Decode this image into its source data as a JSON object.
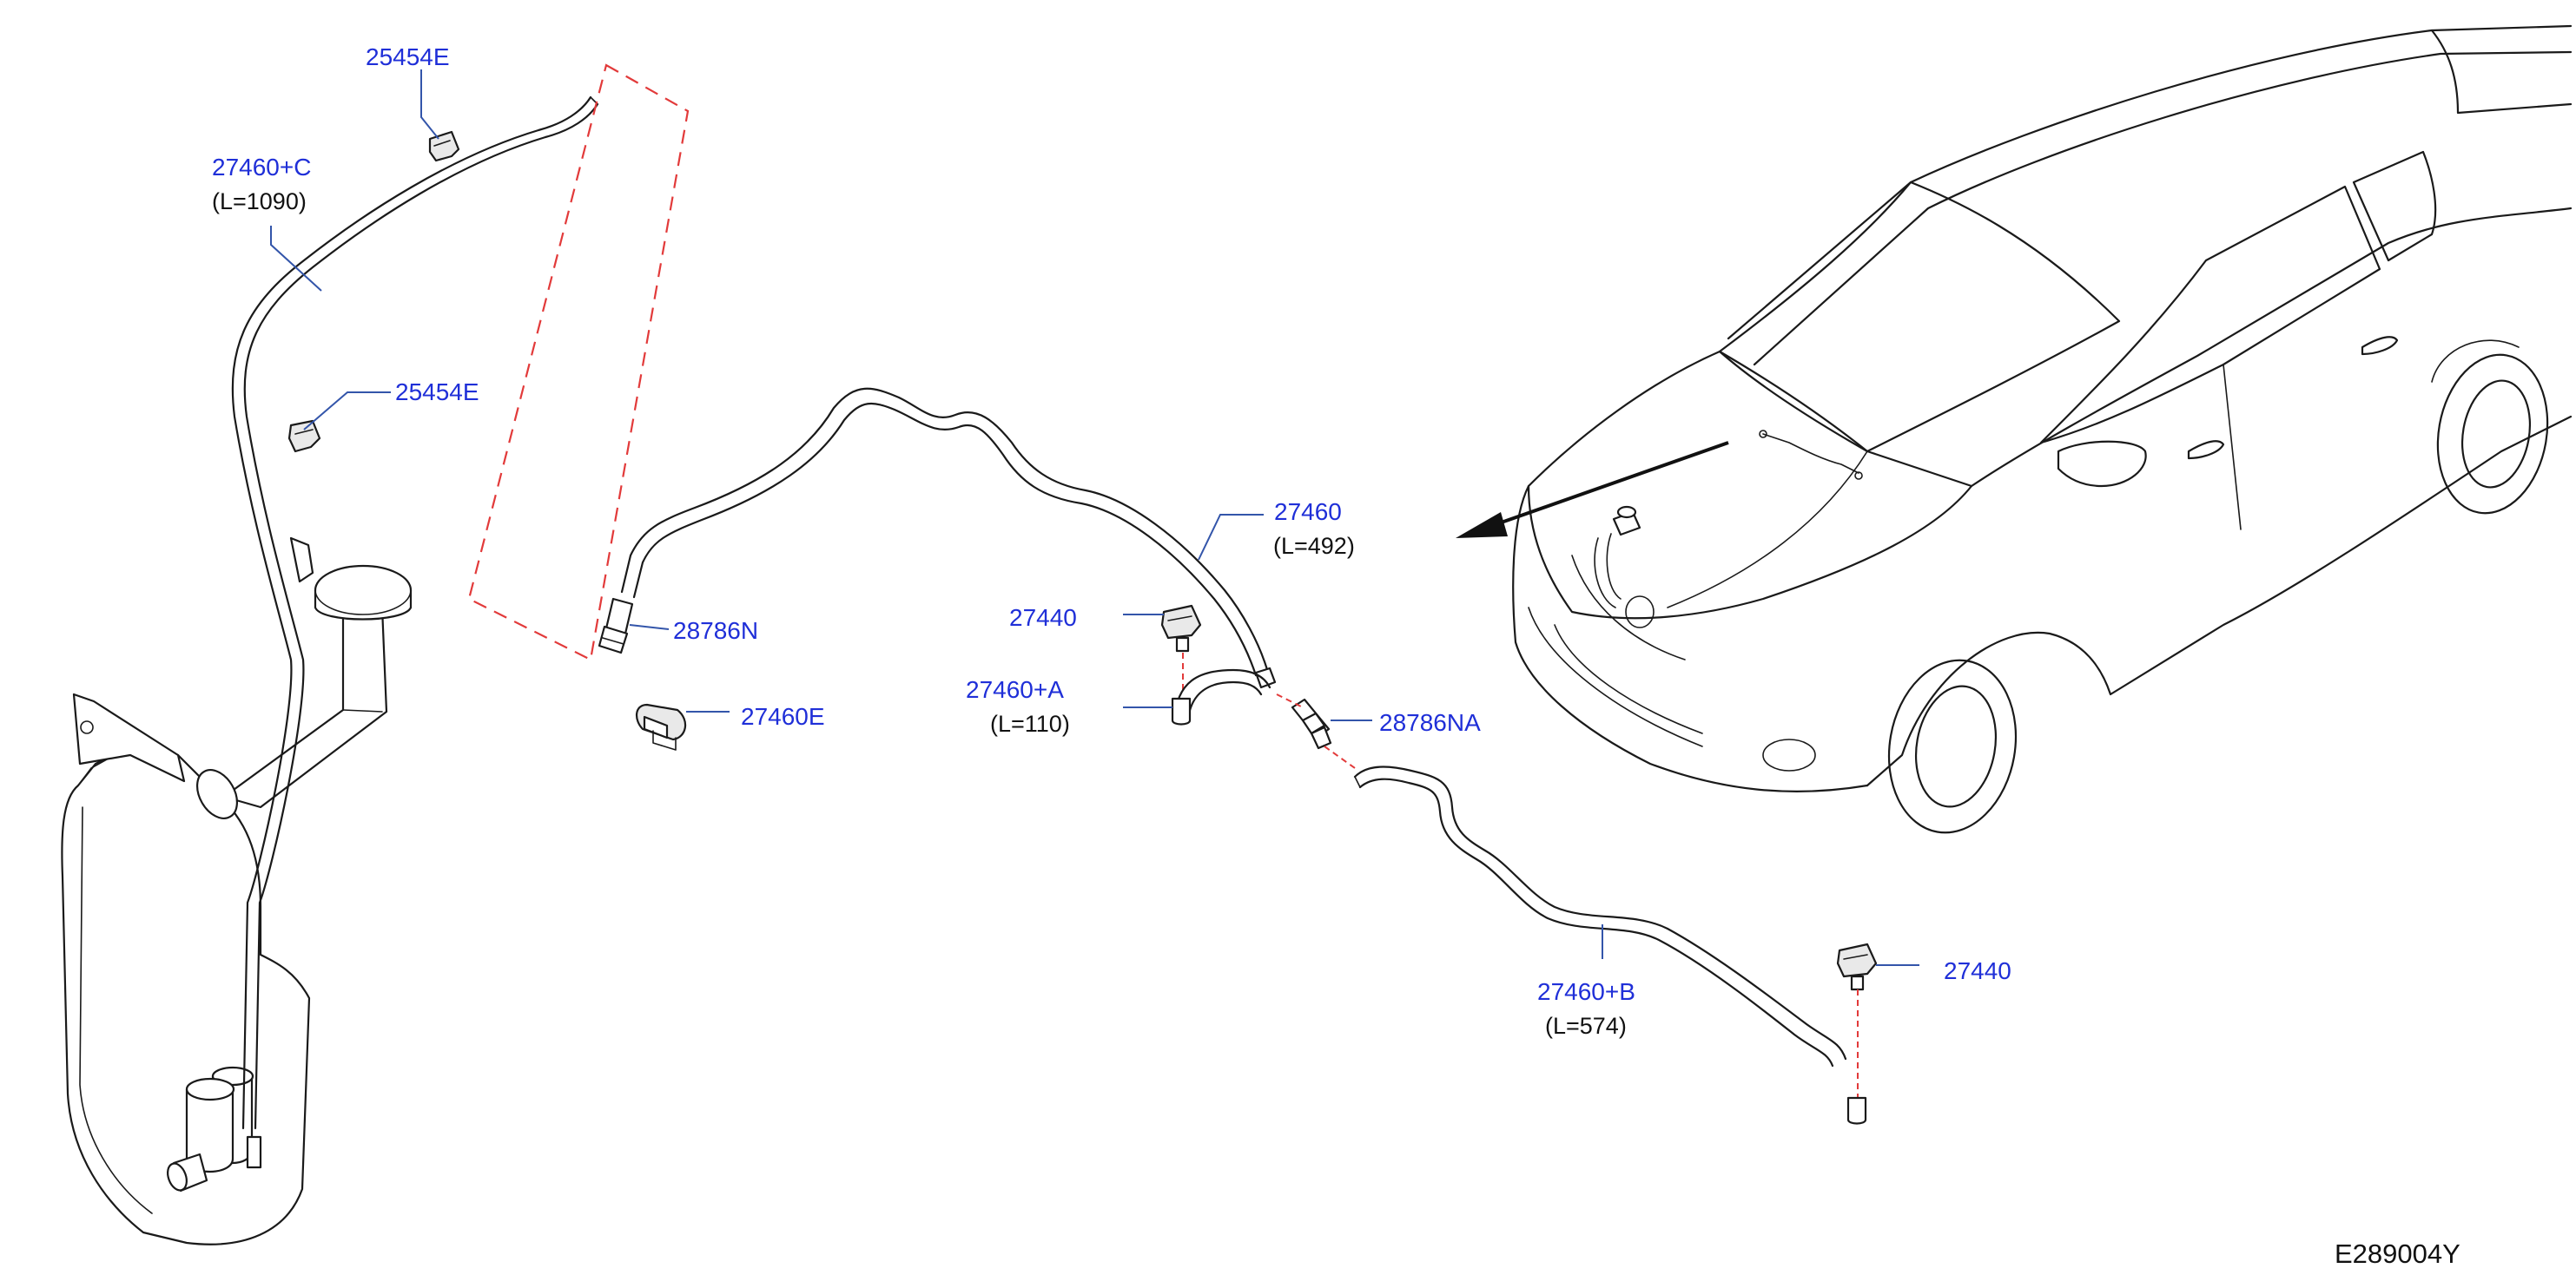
{
  "callouts": {
    "clip_upper": {
      "part": "25454E"
    },
    "hose_c": {
      "part": "27460+C",
      "length": "(L=1090)"
    },
    "clip_lower": {
      "part": "25454E"
    },
    "hose_main": {
      "part": "27460",
      "length": "(L=492)"
    },
    "connector_n": {
      "part": "28786N"
    },
    "clamp_e": {
      "part": "27460E"
    },
    "nozzle_left": {
      "part": "27440"
    },
    "hose_a": {
      "part": "27460+A",
      "length": "(L=110)"
    },
    "connector_na": {
      "part": "28786NA"
    },
    "hose_b": {
      "part": "27460+B",
      "length": "(L=574)"
    },
    "nozzle_right": {
      "part": "27440"
    }
  },
  "diagram_code": "E289004Y",
  "colors": {
    "part_number": "#1f2fd8",
    "leader_line": "#3355aa",
    "dashed_link": "#e23a3a",
    "linework": "#1a1a1a"
  }
}
